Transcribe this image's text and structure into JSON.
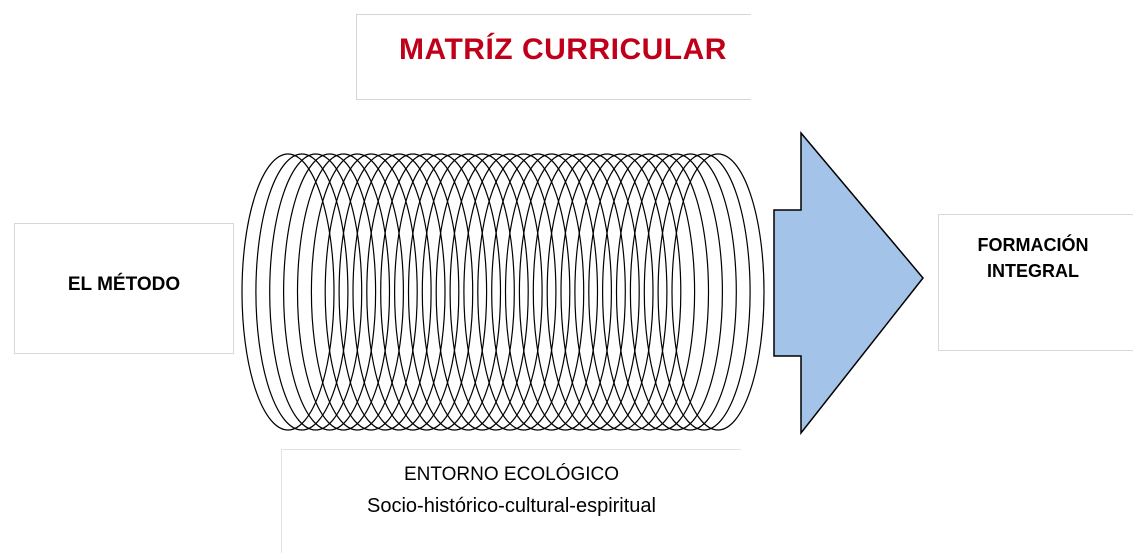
{
  "title": "MATRÍZ CURRICULAR",
  "input_node": {
    "label": "EL MÉTODO"
  },
  "output_node": {
    "label_line1": "FORMACIÓN",
    "label_line2": "INTEGRAL"
  },
  "context_node": {
    "title": "ENTORNO ECOLÓGICO",
    "subtitle": "Socio-histórico-cultural-espiritual"
  },
  "colors": {
    "title": "#c0001a",
    "arrow_fill": "#a3c4e8",
    "arrow_stroke": "#000000",
    "spring_stroke": "#000000"
  },
  "icons": {
    "spring": "coil-spring-icon",
    "arrow": "block-arrow-right-icon"
  }
}
